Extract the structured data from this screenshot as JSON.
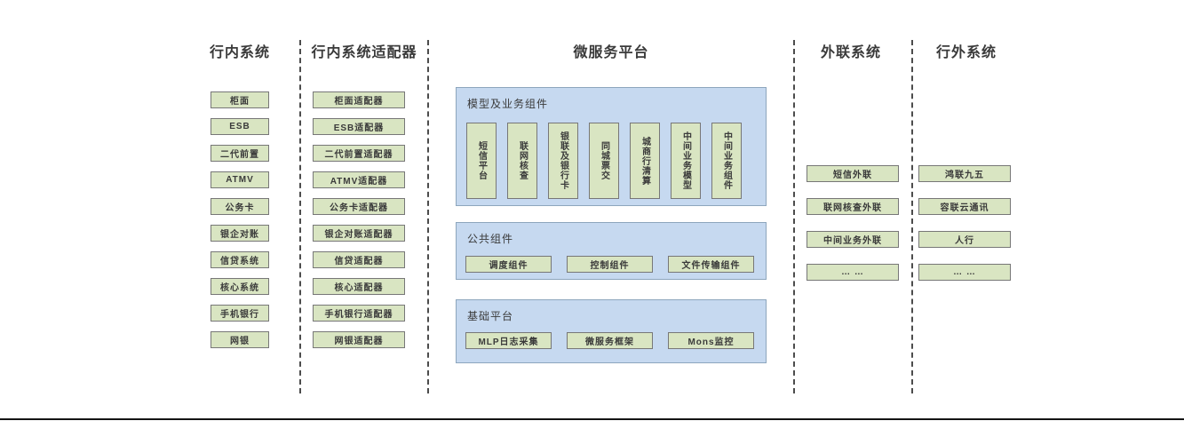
{
  "columns": {
    "internal": {
      "title": "行内系统",
      "items": [
        "柜面",
        "ESB",
        "二代前置",
        "ATMV",
        "公务卡",
        "银企对账",
        "信贷系统",
        "核心系统",
        "手机银行",
        "网银"
      ]
    },
    "adapters": {
      "title": "行内系统适配器",
      "items": [
        "柜面适配器",
        "ESB适配器",
        "二代前置适配器",
        "ATMV适配器",
        "公务卡适配器",
        "银企对账适配器",
        "信贷适配器",
        "核心适配器",
        "手机银行适配器",
        "网银适配器"
      ]
    },
    "platform": {
      "title": "微服务平台",
      "model_group": {
        "title": "模型及业务组件",
        "items": [
          "短信平台",
          "联网核查",
          "银联及银行卡",
          "同城票交",
          "城商行清算",
          "中间业务模型",
          "中间业务组件"
        ]
      },
      "common_group": {
        "title": "公共组件",
        "items": [
          "调度组件",
          "控制组件",
          "文件传输组件"
        ]
      },
      "base_group": {
        "title": "基础平台",
        "items": [
          "MLP日志采集",
          "微服务框架",
          "Mons监控"
        ]
      }
    },
    "external_link": {
      "title": "外联系统",
      "items": [
        "短信外联",
        "联网核查外联",
        "中间业务外联",
        "… …"
      ]
    },
    "external": {
      "title": "行外系统",
      "items": [
        "鸿联九五",
        "容联云通讯",
        "人行",
        "… …"
      ]
    }
  },
  "colors": {
    "box_fill": "#d9e5c2",
    "box_border": "#777777",
    "panel_fill": "#c6d9f0",
    "panel_border": "#8da6bd",
    "text": "#3a3a3a"
  }
}
